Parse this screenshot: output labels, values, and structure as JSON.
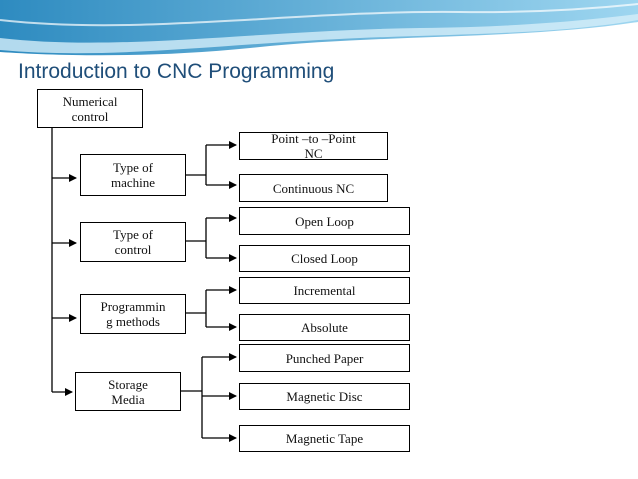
{
  "slide": {
    "title": "Introduction to CNC Programming",
    "accent_color": "#1f4e79",
    "banner_colors": [
      "#2e8bc0",
      "#bfe3f5"
    ]
  },
  "diagram": {
    "root": "Numerical\ncontrol",
    "categories": [
      {
        "label": "Type of\nmachine",
        "items": [
          "Point –to –Point\nNC",
          "Continuous NC"
        ]
      },
      {
        "label": "Type of\ncontrol",
        "items": [
          "Open Loop",
          "Closed Loop"
        ]
      },
      {
        "label": "Programmin\ng methods",
        "items": [
          "Incremental",
          "Absolute"
        ]
      },
      {
        "label": "Storage\nMedia",
        "items": [
          "Punched Paper",
          "Magnetic Disc",
          "Magnetic Tape"
        ]
      }
    ]
  }
}
